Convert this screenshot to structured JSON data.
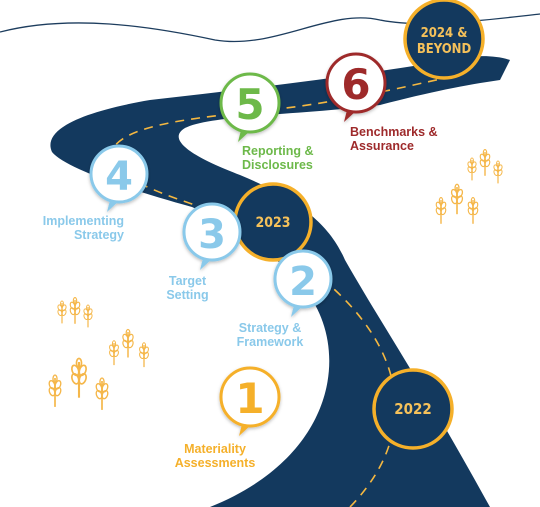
{
  "colors": {
    "road": "#13395e",
    "dash": "#f5b841",
    "year_ring": "#f5b02a",
    "blue": "#8ac9ea",
    "orange": "#f5b02a",
    "green": "#6db94a",
    "red": "#9e2a2b",
    "wheat": "#f5b74a"
  },
  "years": {
    "y2022": "2022",
    "y2023": "2023",
    "y2024_line1": "2024 &",
    "y2024_line2": "BEYOND"
  },
  "steps": [
    {
      "number": "1",
      "label_line1": "Materiality",
      "label_line2": "Assessments",
      "color": "orange"
    },
    {
      "number": "2",
      "label_line1": "Strategy &",
      "label_line2": "Framework",
      "color": "blue"
    },
    {
      "number": "3",
      "label_line1": "Target",
      "label_line2": "Setting",
      "color": "blue"
    },
    {
      "number": "4",
      "label_line1": "Implementing",
      "label_line2": "Strategy",
      "color": "blue"
    },
    {
      "number": "5",
      "label_line1": "Reporting &",
      "label_line2": "Disclosures",
      "color": "green"
    },
    {
      "number": "6",
      "label_line1": "Benchmarks &",
      "label_line2": "Assurance",
      "color": "red"
    }
  ],
  "decorations": [
    "wheat-icon",
    "hill-line"
  ]
}
